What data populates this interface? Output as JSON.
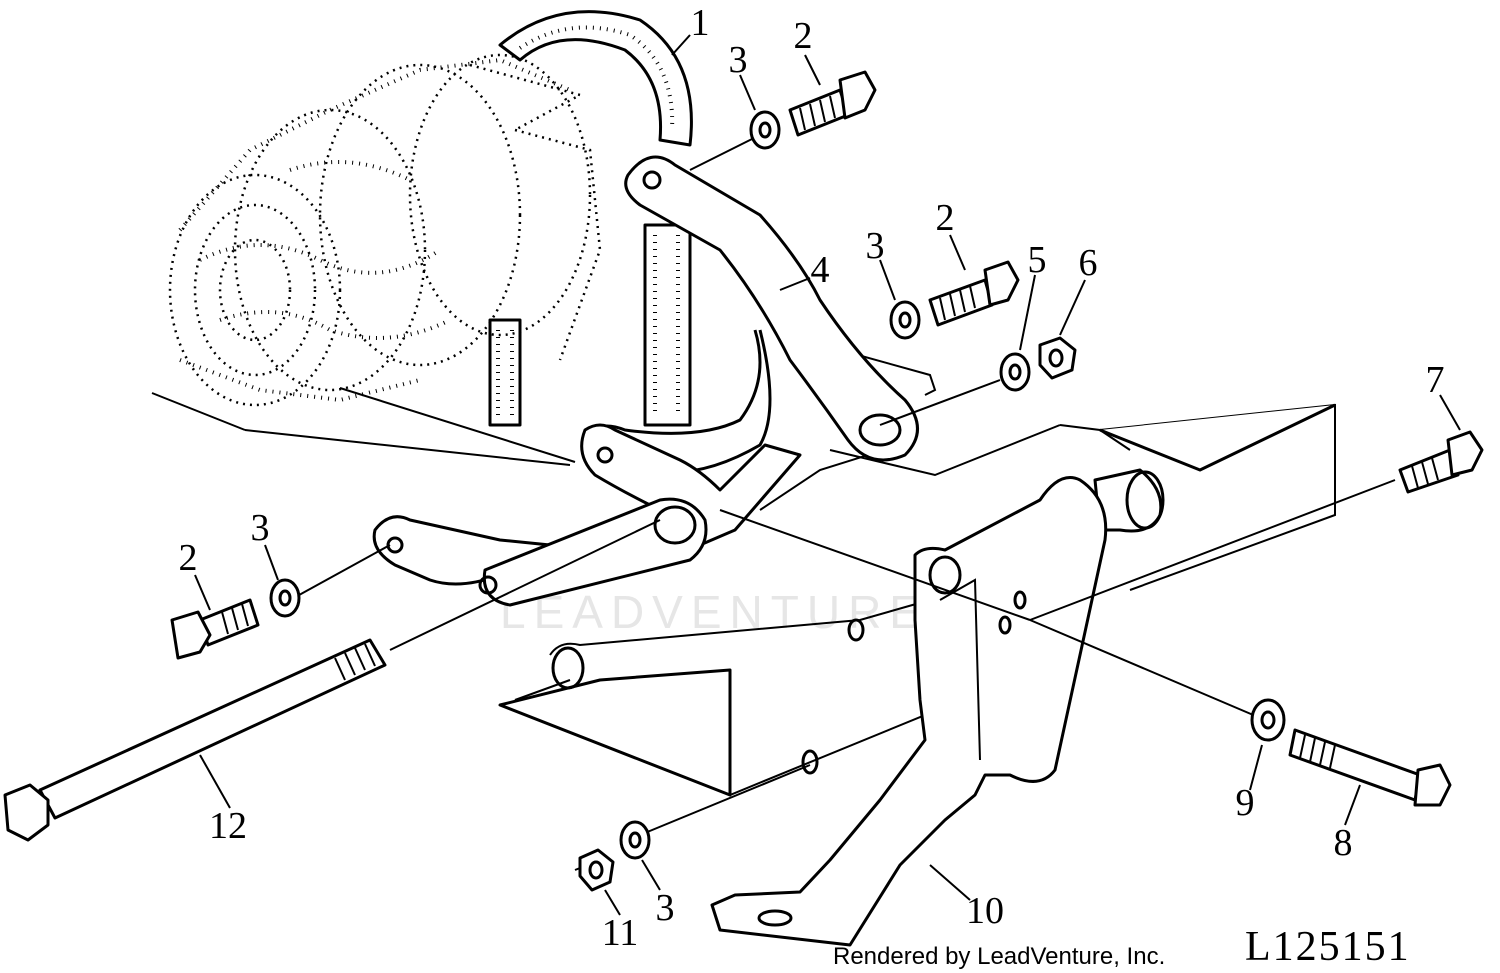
{
  "callouts": {
    "c1": "1",
    "c2a": "2",
    "c3a": "3",
    "c4": "4",
    "c2b": "2",
    "c3b": "3",
    "c5": "5",
    "c6": "6",
    "c7": "7",
    "c2c": "2",
    "c3c": "3",
    "c12": "12",
    "c9": "9",
    "c8": "8",
    "c11": "11",
    "c3d": "3",
    "c10": "10"
  },
  "figure_number": "L125151",
  "credit": "Rendered by LeadVenture, Inc.",
  "watermark": "LEADVENTURE",
  "icons": [
    "alternator-icon",
    "belt-icon",
    "bolt-icon",
    "washer-icon",
    "nut-icon",
    "bracket-icon"
  ]
}
